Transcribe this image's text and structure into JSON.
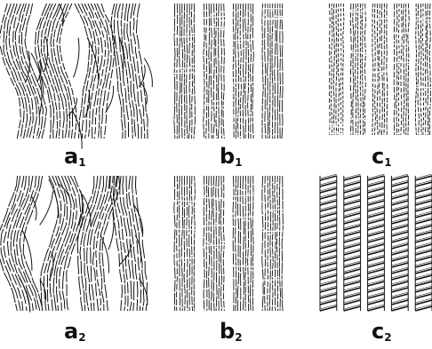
{
  "panels": [
    {
      "id": "a1",
      "letter": "a",
      "sub": "1",
      "pattern": "wavy-irregular",
      "bands": 4
    },
    {
      "id": "b1",
      "letter": "b",
      "sub": "1",
      "pattern": "straight-fibril",
      "bands": 4
    },
    {
      "id": "c1",
      "letter": "c",
      "sub": "1",
      "pattern": "straight-dense",
      "bands": 5
    },
    {
      "id": "a2",
      "letter": "a",
      "sub": "2",
      "pattern": "wavy-irregular",
      "bands": 4
    },
    {
      "id": "b2",
      "letter": "b",
      "sub": "2",
      "pattern": "straight-fibril",
      "bands": 4
    },
    {
      "id": "c2",
      "letter": "c",
      "sub": "2",
      "pattern": "helical-twisted",
      "bands": 5
    }
  ],
  "colors": {
    "ink": "#111111",
    "paper": "#ffffff"
  }
}
